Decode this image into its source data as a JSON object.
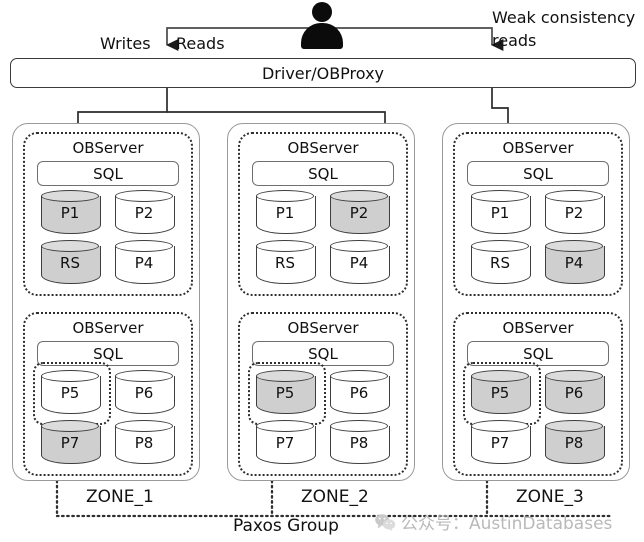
{
  "diagram": {
    "title": "OceanBase deployment topology",
    "client": {
      "icon": "user-icon"
    },
    "flows": {
      "writes_label": "Writes",
      "reads_label": "Reads",
      "weak_label_line1": "Weak consistency",
      "weak_label_line2": "reads"
    },
    "proxy": {
      "label": "Driver/OBProxy"
    },
    "paxos_label": "Paxos Group",
    "watermark": {
      "icon": "wechat-icon",
      "text": "公众号：AustinDatabases"
    },
    "colors": {
      "shaded_fill": "#cfcfcf",
      "stroke": "#3f3f3f",
      "watermark": "#b9b9b9"
    },
    "zones": [
      {
        "name": "ZONE_1",
        "servers": [
          {
            "label": "OBServer",
            "sql_label": "SQL",
            "partitions": [
              {
                "label": "P1",
                "shaded": true
              },
              {
                "label": "P2",
                "shaded": false
              },
              {
                "label": "RS",
                "shaded": true
              },
              {
                "label": "P4",
                "shaded": false
              }
            ],
            "highlight_index": -1
          },
          {
            "label": "OBServer",
            "sql_label": "SQL",
            "partitions": [
              {
                "label": "P5",
                "shaded": false
              },
              {
                "label": "P6",
                "shaded": false
              },
              {
                "label": "P7",
                "shaded": true
              },
              {
                "label": "P8",
                "shaded": false
              }
            ],
            "highlight_index": 2
          }
        ]
      },
      {
        "name": "ZONE_2",
        "servers": [
          {
            "label": "OBServer",
            "sql_label": "SQL",
            "partitions": [
              {
                "label": "P1",
                "shaded": false
              },
              {
                "label": "P2",
                "shaded": true
              },
              {
                "label": "RS",
                "shaded": false
              },
              {
                "label": "P4",
                "shaded": false
              }
            ],
            "highlight_index": -1
          },
          {
            "label": "OBServer",
            "sql_label": "SQL",
            "partitions": [
              {
                "label": "P5",
                "shaded": true
              },
              {
                "label": "P6",
                "shaded": false
              },
              {
                "label": "P7",
                "shaded": false
              },
              {
                "label": "P8",
                "shaded": false
              }
            ],
            "highlight_index": 2
          }
        ]
      },
      {
        "name": "ZONE_3",
        "servers": [
          {
            "label": "OBServer",
            "sql_label": "SQL",
            "partitions": [
              {
                "label": "P1",
                "shaded": false
              },
              {
                "label": "P2",
                "shaded": false
              },
              {
                "label": "RS",
                "shaded": false
              },
              {
                "label": "P4",
                "shaded": true
              }
            ],
            "highlight_index": -1
          },
          {
            "label": "OBServer",
            "sql_label": "SQL",
            "partitions": [
              {
                "label": "P5",
                "shaded": true
              },
              {
                "label": "P6",
                "shaded": true
              },
              {
                "label": "P7",
                "shaded": false
              },
              {
                "label": "P8",
                "shaded": true
              }
            ],
            "highlight_index": 2
          }
        ]
      }
    ]
  }
}
